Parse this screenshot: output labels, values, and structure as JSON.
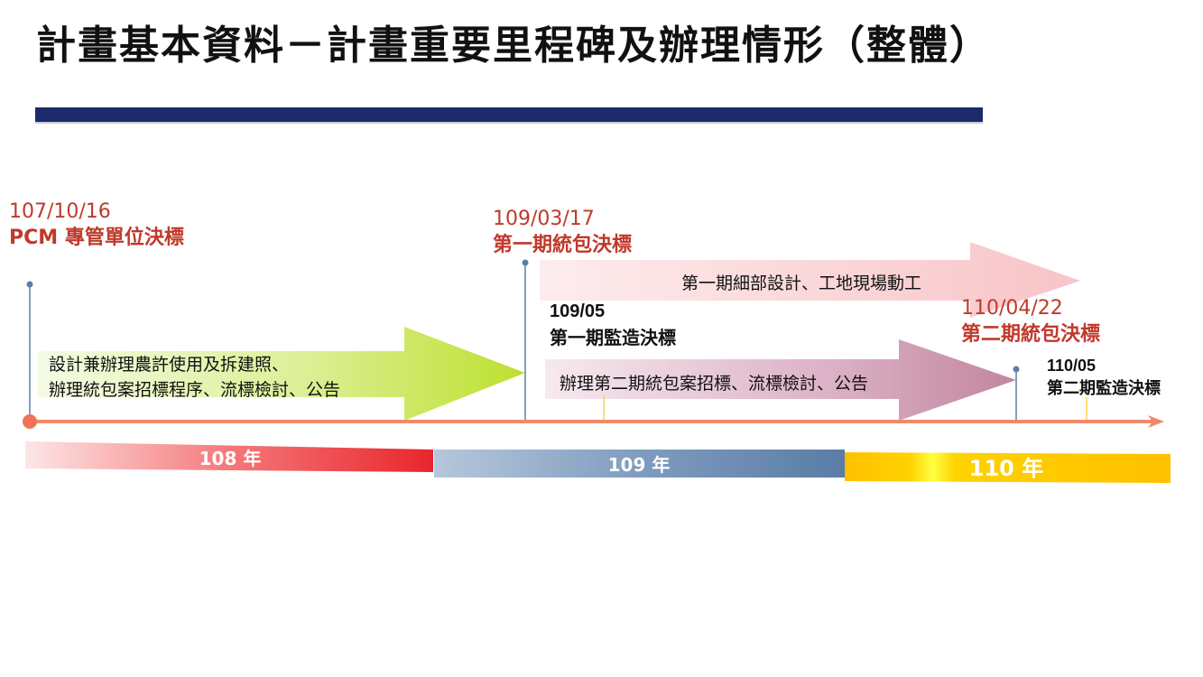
{
  "title": "計畫基本資料－計畫重要里程碑及辦理情形（整體）",
  "milestones": {
    "pcm": {
      "date": "107/10/16",
      "label": "PCM 專管單位決標"
    },
    "phase1_contract": {
      "date": "109/03/17",
      "label": "第一期統包決標"
    },
    "phase1_supervision": {
      "date": "109/05",
      "label": "第一期監造決標"
    },
    "phase2_contract": {
      "date": "110/04/22",
      "label": "第二期統包決標"
    },
    "phase2_supervision": {
      "date": "110/05",
      "label": "第二期監造決標"
    }
  },
  "tasks": {
    "design_permits": {
      "line1": "設計兼辦理農許使用及拆建照、",
      "line2": "辦理統包案招標程序、流標檢討、公告"
    },
    "phase1_construction": {
      "label": "第一期細部設計、工地現場動工"
    },
    "phase2_tender": {
      "label": "辦理第二期統包案招標、流標檢討、公告"
    }
  },
  "years": [
    {
      "label": "108 年",
      "color": "#e8262c"
    },
    {
      "label": "109 年",
      "color": "#5a7fa8"
    },
    {
      "label": "110 年",
      "color": "#ffc000"
    }
  ],
  "colors": {
    "title_bar": "#1c2a6c",
    "milestone_text": "#c0392b",
    "timeline": "#f08a6a",
    "task_green": "#c6e23a",
    "task_pink": "#f6bcc0",
    "task_mauve": "#c48aa6"
  }
}
